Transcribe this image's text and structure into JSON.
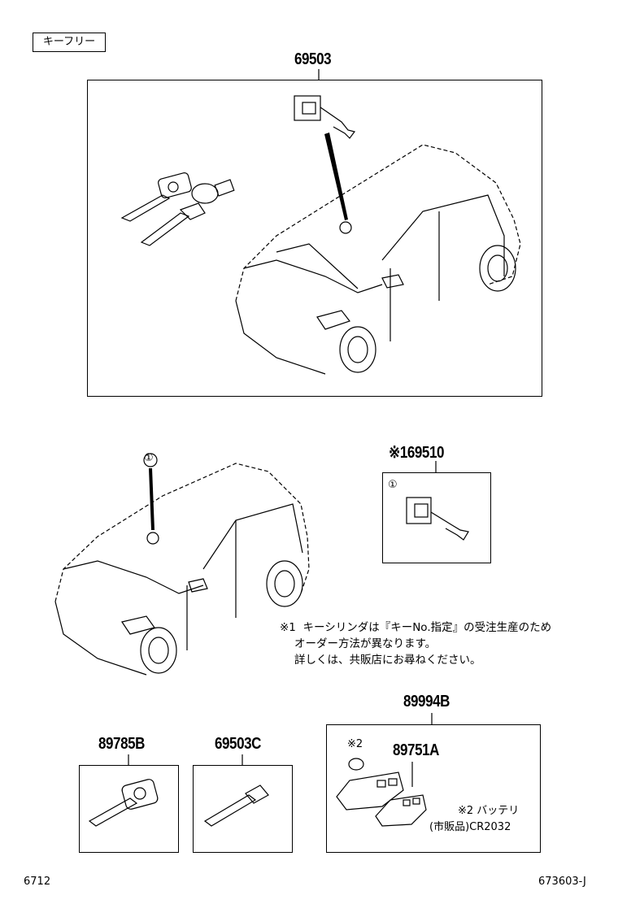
{
  "category_tag": "キーフリー",
  "groups": {
    "main": {
      "part_no": "69503"
    },
    "cylinder": {
      "part_no": "※169510",
      "callout": "①"
    },
    "car2": {
      "callout": "①"
    },
    "key_b": {
      "part_no": "89785B"
    },
    "key_c": {
      "part_no": "69503C"
    },
    "remote": {
      "part_no": "89994B",
      "sub_part_no": "89751A",
      "battery_mark": "※2",
      "battery_note_1": "※2 バッテリ",
      "battery_note_2": "(市販品)CR2032"
    }
  },
  "note": {
    "line1": "※1  キーシリンダは『キーNo.指定』の受注生産のため",
    "line2": "オーダー方法が異なります。",
    "line3": "詳しくは、共販店にお尋ねください。"
  },
  "footer": {
    "left": "6712",
    "right": "673603-J"
  }
}
